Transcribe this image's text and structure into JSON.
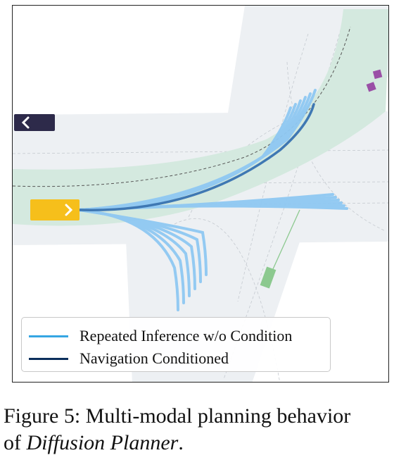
{
  "legend": {
    "items": [
      {
        "label": "Repeated Inference w/o Condition",
        "color": "#35a6e3"
      },
      {
        "label": "Navigation Conditioned",
        "color": "#0b2f5c"
      }
    ]
  },
  "caption": {
    "label": "Figure 5:",
    "text_before": "Multi-modal planning behavior",
    "text_of": "of",
    "emph": "Diffusion Planner",
    "text_end": "."
  },
  "colors": {
    "road": "#edf0f3",
    "route": "#d4e9df",
    "ego_vehicle": "#f6bf1b",
    "left_vehicle": "#2d2a4a",
    "pedestrian": "#9a4fa6",
    "green_agent": "#8cc98f",
    "trajectory_light": "#8fc8f2",
    "trajectory_dark": "#3f78b3"
  },
  "icons": {
    "ego": "chevron-right-icon",
    "left_vehicle": "chevron-left-icon"
  }
}
